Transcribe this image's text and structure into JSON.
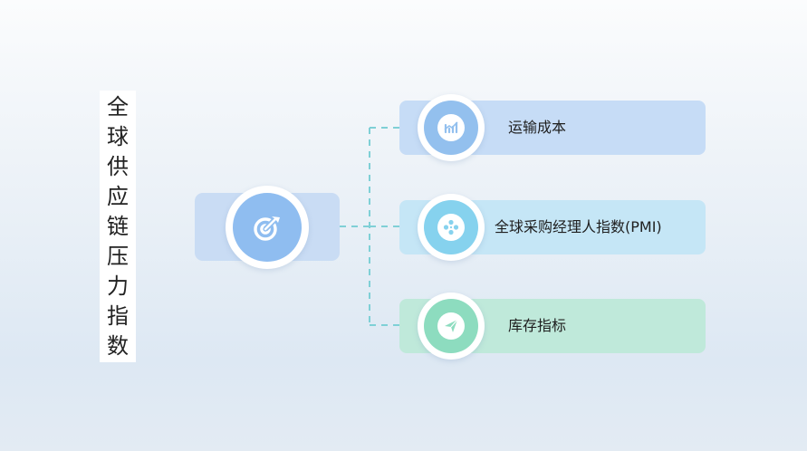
{
  "title": {
    "chars": [
      "全",
      "球",
      "供",
      "应",
      "链",
      "压",
      "力",
      "指",
      "数"
    ]
  },
  "hub": {
    "icon": "target-arrow-icon"
  },
  "nodes": [
    {
      "label": "运输成本",
      "icon": "trend-chart-icon",
      "accent": "#93c0ee"
    },
    {
      "label": "全球采购经理人指数(PMI)",
      "icon": "film-reel-icon",
      "accent": "#86d2ee"
    },
    {
      "label": "库存指标",
      "icon": "paper-plane-icon",
      "accent": "#8ddcbf"
    }
  ],
  "colors": {
    "connector": "#7fd0d6",
    "hub_box": "#c9dcf4",
    "card_1": "#c6dcf6",
    "card_2": "#c5e6f6",
    "card_3": "#bfe9da"
  }
}
